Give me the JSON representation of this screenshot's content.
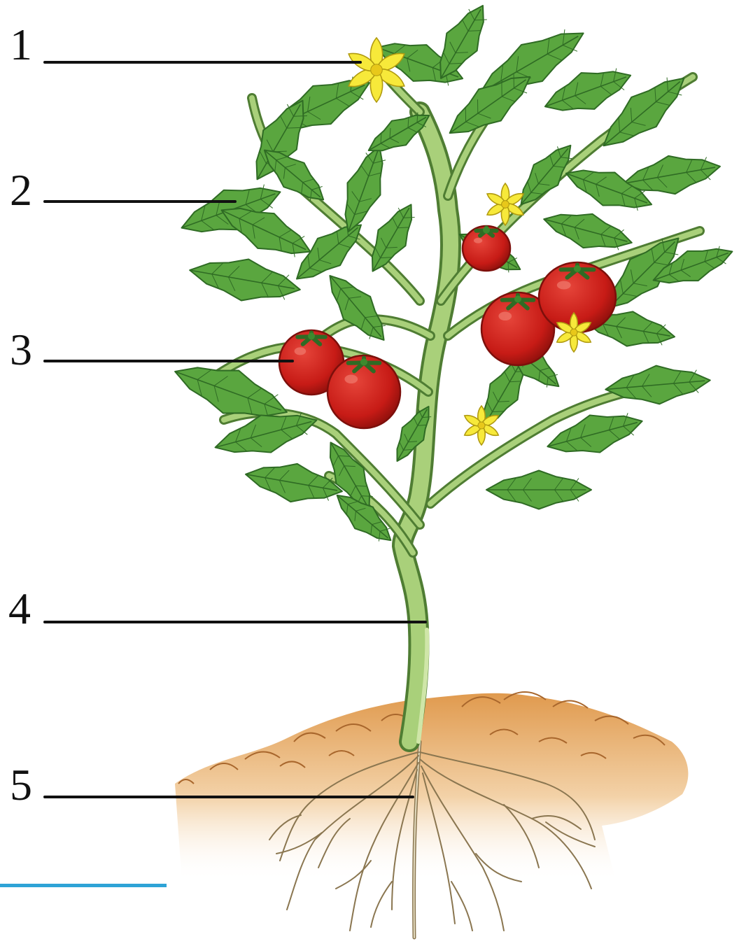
{
  "labels": [
    {
      "number": "1",
      "part": "flower"
    },
    {
      "number": "2",
      "part": "leaf"
    },
    {
      "number": "3",
      "part": "fruit"
    },
    {
      "number": "4",
      "part": "stem"
    },
    {
      "number": "5",
      "part": "root"
    }
  ],
  "colors": {
    "leaf": "#5aa63f",
    "leaf_dark": "#2f6b24",
    "stem": "#9dc76e",
    "stem_dark": "#4f7d33",
    "fruit": "#cc1f1a",
    "fruit_dark": "#7d0f0b",
    "flower": "#f7e93a",
    "flower_dark": "#b09a10",
    "soil": "#e3a25a",
    "soil_dark": "#a8662c",
    "root": "#d8cfae",
    "root_dark": "#7c6a44",
    "accent_bar": "#2ea3d6",
    "ink": "#111111"
  }
}
